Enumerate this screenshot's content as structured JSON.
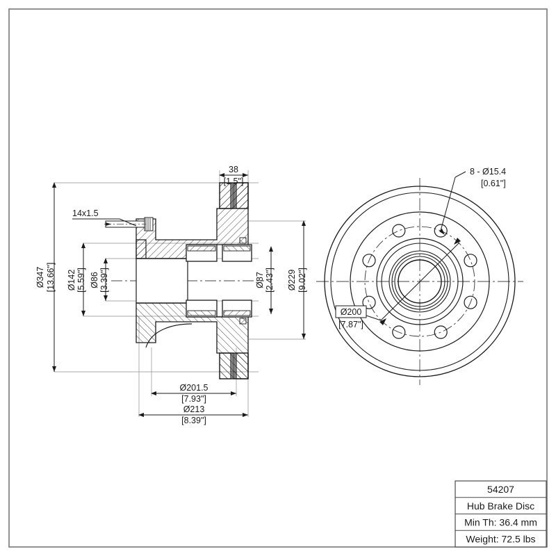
{
  "drawing": {
    "type": "engineering-drawing",
    "part_name": "Hub Brake Disc",
    "part_number": "54207",
    "views": {
      "section": "cross-section-view",
      "face": "front-circular-view"
    }
  },
  "title_block": {
    "part_number": "54207",
    "description": "Hub Brake Disc",
    "min_thickness": "Min Th: 36.4 mm",
    "weight": "Weight: 72.5 lbs"
  },
  "dimensions": {
    "outer_diameter": {
      "metric": "Ø347",
      "imperial": "[13.66\"]"
    },
    "d142": {
      "metric": "Ø142",
      "imperial": "[5.59\"]"
    },
    "d86": {
      "metric": "Ø86",
      "imperial": "[3.39\"]"
    },
    "d87": {
      "metric": "Ø87",
      "imperial": "[2.43\"]"
    },
    "d229": {
      "metric": "Ø229",
      "imperial": "[9.02\"]"
    },
    "thickness": {
      "metric": "38",
      "imperial": "[1.5\"]"
    },
    "d201_5": {
      "metric": "Ø201.5",
      "imperial": "[7.93\"]"
    },
    "d213": {
      "metric": "Ø213",
      "imperial": "[8.39\"]"
    },
    "bolt_circle": {
      "metric": "Ø200",
      "imperial": "[7.87\"]"
    },
    "stud_thread": "14x1.5",
    "hole_pattern": {
      "count_and_size": "8 - Ø15.4",
      "imperial": "[0.61\"]"
    }
  },
  "colors": {
    "line": "#1a1a1a",
    "thin_line": "#555555",
    "border": "#666666",
    "background": "#ffffff"
  }
}
